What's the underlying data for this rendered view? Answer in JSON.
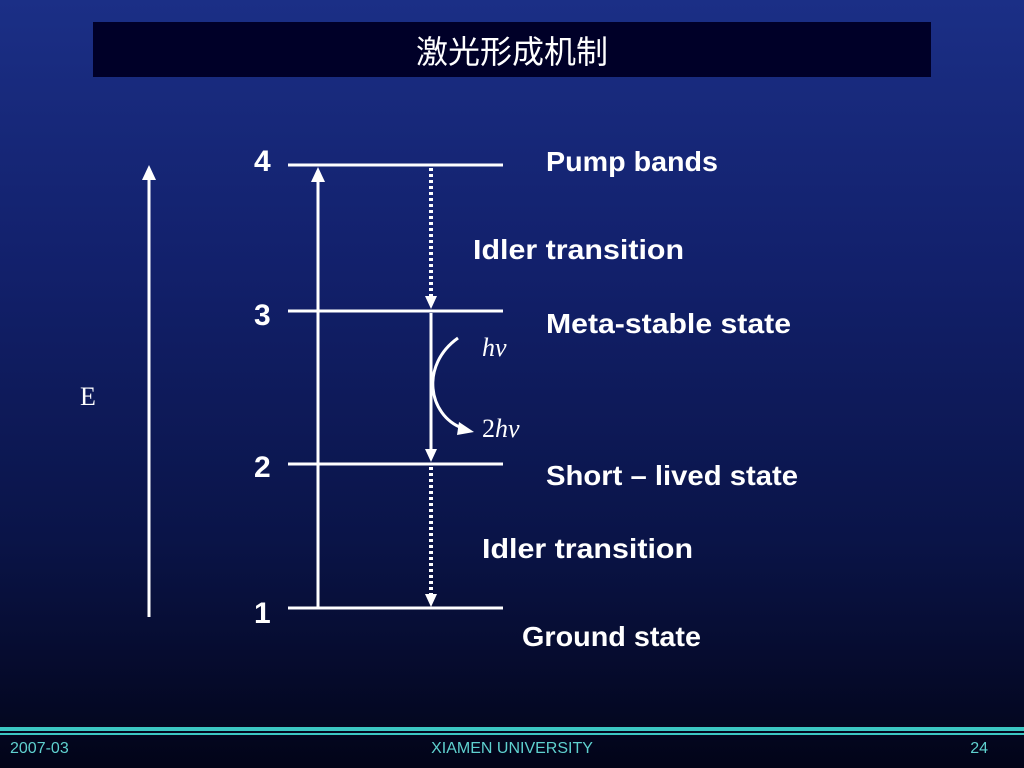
{
  "slide": {
    "title": "激光形成机制"
  },
  "diagram": {
    "axis_label": "E",
    "levels": [
      {
        "number": "4",
        "name": "Pump bands"
      },
      {
        "number": "3",
        "name": "Meta-stable state"
      },
      {
        "number": "2",
        "name": "Short – lived state"
      },
      {
        "number": "1",
        "name": "Ground state"
      }
    ],
    "transitions": {
      "upper_idler": "Idler transition",
      "lower_idler": "Idler transition",
      "photon_in": "hν",
      "photon_out_coef": "2",
      "photon_out_sym": "hν"
    }
  },
  "footer": {
    "date": "2007-03",
    "organization": "XIAMEN UNIVERSITY",
    "page_number": "24"
  }
}
